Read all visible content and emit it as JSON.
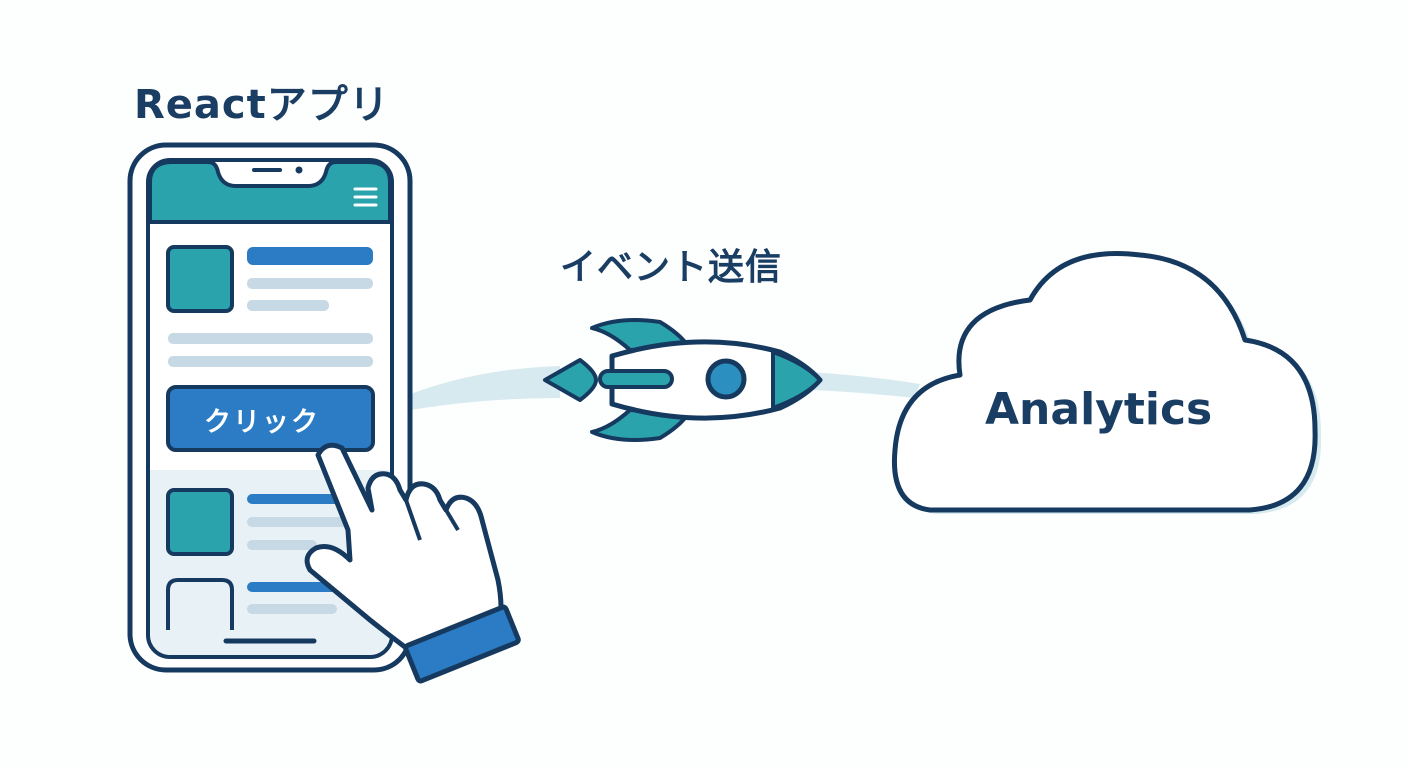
{
  "labels": {
    "app_title": "Reactアプリ",
    "event_label": "イベント送信",
    "destination": "Analytics"
  },
  "phone": {
    "button_label": "クリック",
    "menu_icon": "hamburger-menu-icon"
  },
  "icons": {
    "pointer": "hand-pointer-icon",
    "rocket": "rocket-icon",
    "cloud": "cloud-icon"
  },
  "colors": {
    "outline": "#163a5f",
    "teal": "#2aa3ad",
    "blue": "#2b7cc4",
    "light_gray_blue": "#c6d9e4",
    "trail": "#d6eaf0",
    "screen_tint": "#e8f2f6"
  }
}
